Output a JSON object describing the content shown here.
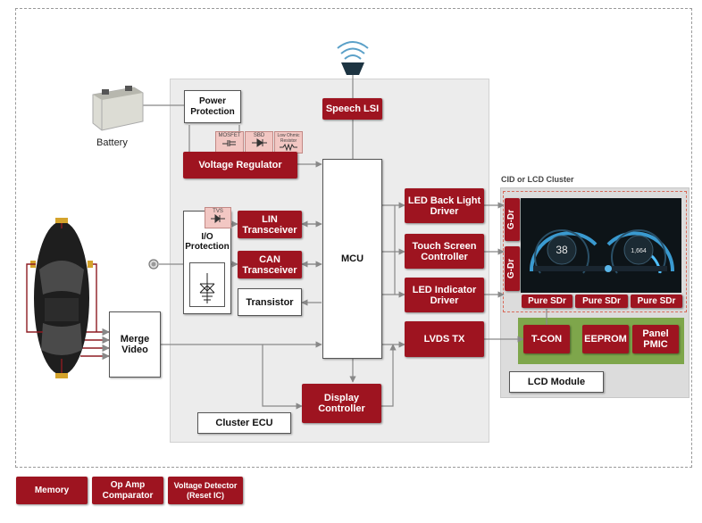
{
  "blocks": {
    "power_protection": "Power\nProtection",
    "battery": "Battery",
    "speech_lsi": "Speech LSI",
    "mosfet": "MOSFET",
    "sbd": "SBD",
    "low_ohmic": "Low Ohmic\nResistor",
    "voltage_regulator": "Voltage Regulator",
    "tvs": "TVS",
    "io_protection": "I/O\nProtection",
    "lin": "LIN\nTransceiver",
    "can": "CAN\nTransceiver",
    "transistor": "Transistor",
    "mcu": "MCU",
    "merge_video": "Merge\nVideo",
    "display_controller": "Display\nController",
    "cluster_ecu": "Cluster ECU",
    "led_backlight": "LED Back Light\nDriver",
    "touch_screen": "Touch Screen\nController",
    "led_indicator": "LED Indicator\nDriver",
    "lvds_tx": "LVDS TX",
    "cid_label": "CID or LCD Cluster",
    "gdr1": "G-Dr",
    "gdr2": "G-Dr",
    "sdr1": "Pure SDr",
    "sdr2": "Pure SDr",
    "sdr3": "Pure SDr",
    "tcon": "T-CON",
    "eeprom": "EEPROM",
    "panel_pmic": "Panel\nPMIC",
    "lcd_module": "LCD Module",
    "gauge_left": "38",
    "gauge_right": "1,664"
  },
  "legend": {
    "memory": "Memory",
    "opamp": "Op Amp\nComparator",
    "voltage_detector": "Voltage Detector\n(Reset IC)"
  },
  "colors": {
    "accent": "#9e1420",
    "ecu_bg": "#ececec",
    "lcd_bg": "#dcdcdc",
    "green": "#7ea64b"
  }
}
